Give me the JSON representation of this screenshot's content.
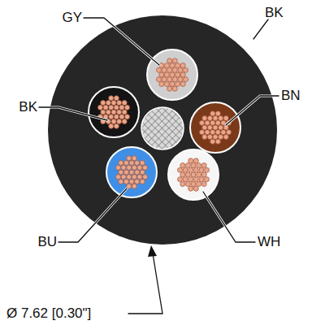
{
  "diagram": {
    "labels": [
      "GY",
      "BK",
      "BK",
      "BN",
      "BU",
      "WH",
      "Ø 7.62 [0.30\"]"
    ]
  }
}
